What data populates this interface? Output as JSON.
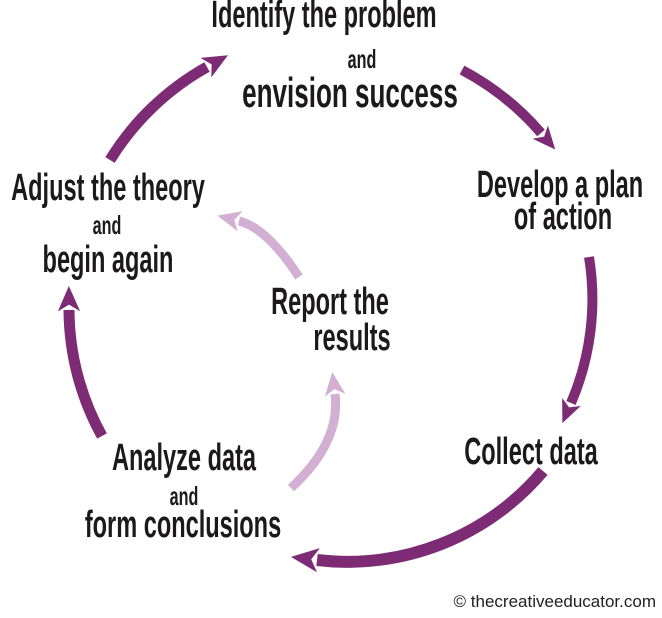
{
  "colors": {
    "background": "#ffffff",
    "arrow_dark": "#7d2b74",
    "arrow_light": "#d3afd4",
    "text": "#1c191b"
  },
  "steps": {
    "identify": {
      "main": "Identify the problem",
      "connector": "and",
      "sub": "envision success"
    },
    "develop": {
      "line1": "Develop a plan",
      "line2": "of action"
    },
    "collect": {
      "label": "Collect data"
    },
    "analyze": {
      "main": "Analyze data",
      "connector": "and",
      "sub": "form conclusions"
    },
    "adjust": {
      "main": "Adjust the theory",
      "connector": "and",
      "sub": "begin again"
    },
    "report": {
      "line1": "Report the",
      "line2": "results"
    }
  },
  "flow": [
    {
      "from": "Adjust the theory and begin again",
      "to": "Identify the problem and envision success",
      "style": "dark"
    },
    {
      "from": "Identify the problem and envision success",
      "to": "Develop a plan of action",
      "style": "dark"
    },
    {
      "from": "Develop a plan of action",
      "to": "Collect data",
      "style": "dark"
    },
    {
      "from": "Collect data",
      "to": "Analyze data and form conclusions",
      "style": "dark"
    },
    {
      "from": "Analyze data and form conclusions",
      "to": "Adjust the theory and begin again",
      "style": "dark"
    },
    {
      "from": "Analyze data and form conclusions",
      "to": "Report the results",
      "style": "light"
    },
    {
      "from": "Report the results",
      "to": "Adjust the theory and begin again",
      "style": "light"
    }
  ],
  "footer": {
    "copyright": "© thecreativeeducator.com"
  }
}
